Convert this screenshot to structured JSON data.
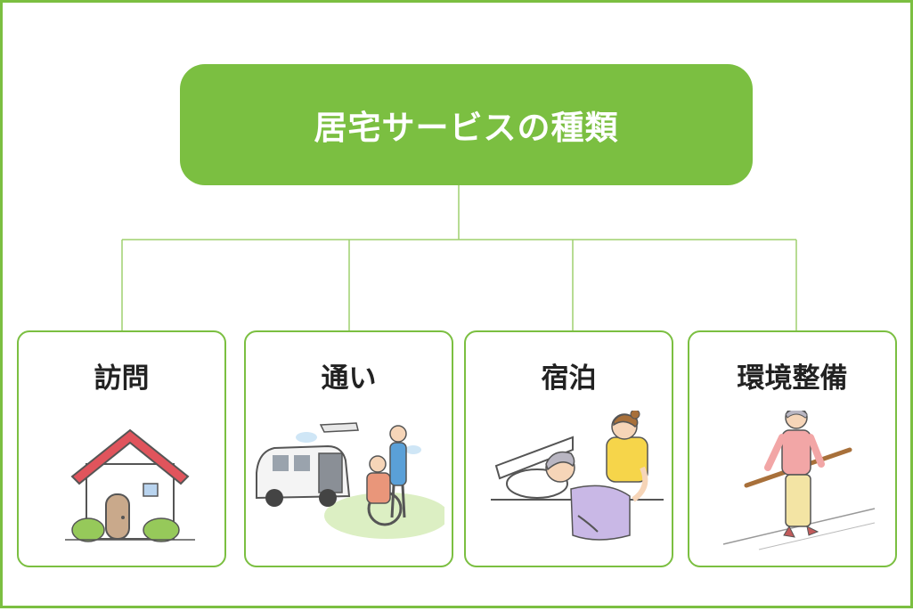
{
  "root": {
    "title": "居宅サービスの種類"
  },
  "categories": [
    {
      "label": "訪問",
      "icon": "house-icon"
    },
    {
      "label": "通い",
      "icon": "van-wheelchair-icon"
    },
    {
      "label": "宿泊",
      "icon": "caregiver-bed-icon"
    },
    {
      "label": "環境整備",
      "icon": "handrail-walking-icon"
    }
  ],
  "colors": {
    "accent": "#7bbf41",
    "text": "#222222"
  }
}
